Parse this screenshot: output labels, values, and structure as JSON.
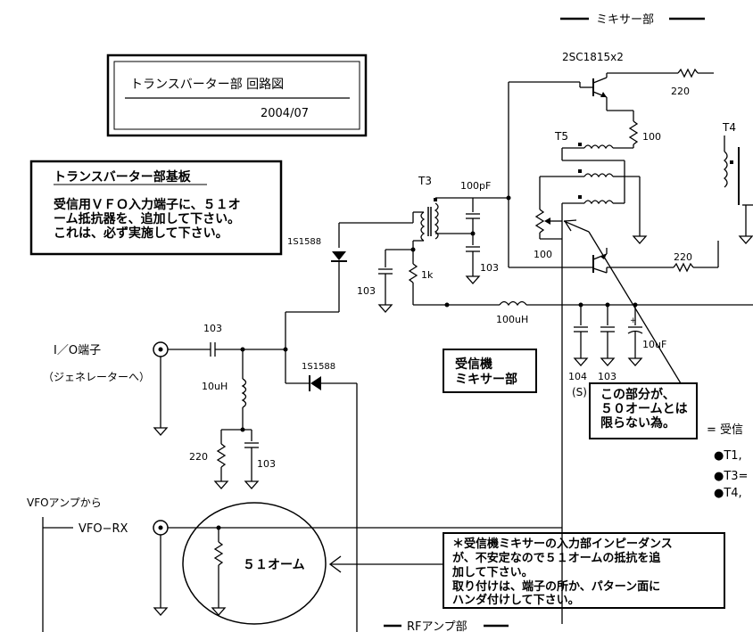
{
  "title_box": {
    "title": "トランスバーター部  回路図",
    "date": "2004/07"
  },
  "sections": {
    "mixer": "ミキサー部",
    "rf_amp": "RFアンプ部",
    "rx_mixer_line1": "受信機",
    "rx_mixer_line2": "ミキサー部"
  },
  "note_board": {
    "heading": "トランスバーター部基板",
    "lines": [
      "受信用ＶＦＯ入力端子に、５１オ",
      "ーム抵抗器を、追加して下さい。",
      "これは、必ず実施して下さい。"
    ]
  },
  "note_50ohm": {
    "lines": [
      "この部分が、",
      "５０オームとは",
      "限らない為。"
    ]
  },
  "note_bottom": {
    "lines": [
      "＊受信機ミキサーの入力部インピーダンス",
      "  が、不安定なので５１オームの抵抗を追",
      "  加して下さい。",
      "  取り付けは、端子の所か、パターン面に",
      "  ハンダ付けして下さい。"
    ]
  },
  "labels": {
    "transistor": "2SC1815x2",
    "r220_top": "220",
    "r100_top": "100",
    "t5": "T5",
    "t4": "T4",
    "t3": "T3",
    "c100pf": "100pF",
    "d1": "1S1588",
    "d2": "1S1588",
    "c103_a": "103",
    "c103_b": "103",
    "r1k": "1k",
    "pot100": "100",
    "r220_mid": "220",
    "l100uh": "100uH",
    "c104": "104",
    "c103_c": "103",
    "c10uf": "10uF",
    "c103_in": "103",
    "io_port": "I／O端子",
    "io_sub": "（ジェネレーターへ）",
    "l10uh": "10uH",
    "r220_low": "220",
    "c103_low": "103",
    "vfo_from": "VFOアンプから",
    "vfo_rx": "VFO−RX",
    "ohm51": "５１オーム",
    "s_mark": "(S)",
    "eq_recv": "=  受信",
    "bullet1": "●T1,",
    "bullet2": "●T3=",
    "bullet3": "●T4,"
  }
}
